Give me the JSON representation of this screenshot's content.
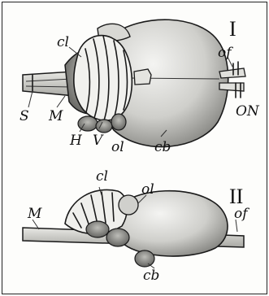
{
  "figure_I": {
    "numeral": "I",
    "labels": {
      "cl": "cl",
      "of": "of",
      "S": "S",
      "M": "M",
      "H": "H",
      "V": "V",
      "ol": "ol",
      "cb": "cb",
      "ON": "ON"
    }
  },
  "figure_II": {
    "numeral": "II",
    "labels": {
      "cl": "cl",
      "ol": "ol",
      "M": "M",
      "of": "of",
      "cb": "cb"
    }
  }
}
